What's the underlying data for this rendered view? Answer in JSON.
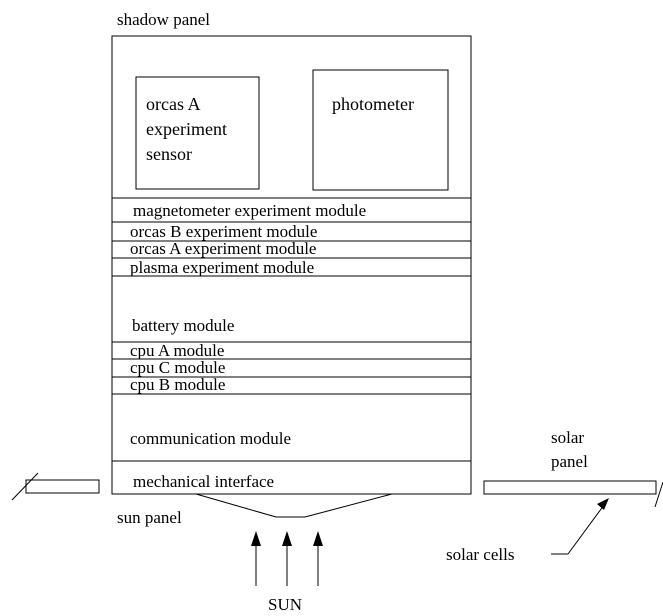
{
  "labels": {
    "shadow_panel": "shadow panel",
    "sensor_line1": "orcas A",
    "sensor_line2": "experiment",
    "sensor_line3": "sensor",
    "photometer": "photometer",
    "magnetometer": "magnetometer experiment module",
    "orcas_b": "orcas B experiment module",
    "orcas_a": "orcas A experiment module",
    "plasma": "plasma experiment module",
    "battery": "battery module",
    "cpu_a": "cpu A module",
    "cpu_c": "cpu C module",
    "cpu_b": "cpu B module",
    "communication": "communication module",
    "mechanical": "mechanical interface",
    "sun_panel": "sun panel",
    "solar_line1": "solar",
    "solar_line2": "panel",
    "solar_cells": "solar cells",
    "sun": "SUN"
  }
}
